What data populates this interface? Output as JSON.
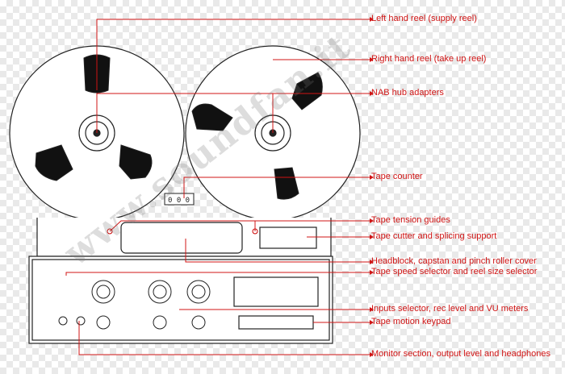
{
  "watermark": "www.soundfan.it",
  "labels": [
    "Left hand reel (supply reel)",
    "Right hand reel (take up reel)",
    "NAB hub adapters",
    "Tape counter",
    "Tape tension guides",
    "Tape cutter and splicing support",
    "Headblock,  capstan and pinch roller cover",
    "Tape speed selector  and reel size selector",
    "Inputs selector, rec level and VU meters",
    "Tape motion keypad",
    "Monitor section, output level and headphones"
  ],
  "counter_digits": "0 0 0",
  "colors": {
    "label": "#d01414",
    "drawing": "#222222"
  }
}
